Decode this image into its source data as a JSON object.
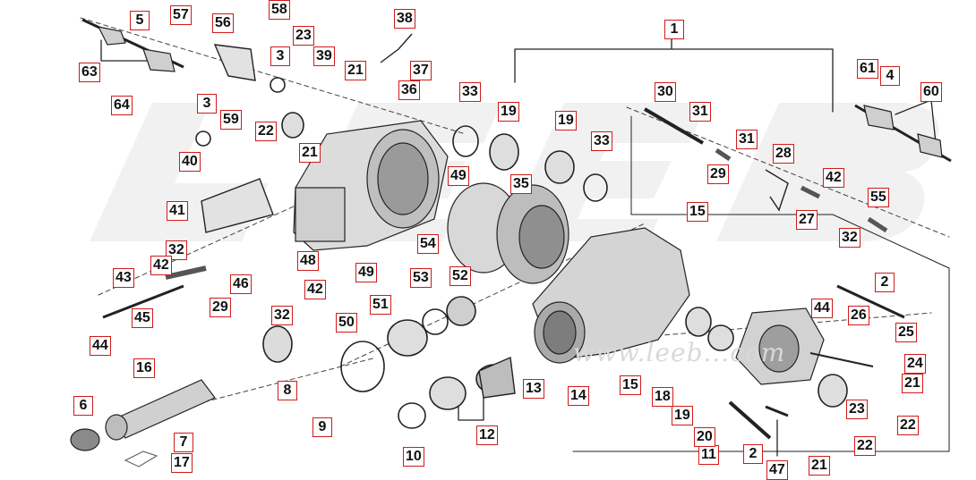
{
  "diagram": {
    "watermark": "www.leeb...com",
    "labels": {
      "1": "1",
      "2": "2",
      "2b": "2",
      "3": "3",
      "3b": "3",
      "4": "4",
      "5": "5",
      "6": "6",
      "7": "7",
      "8": "8",
      "9": "9",
      "10": "10",
      "11": "11",
      "12": "12",
      "13": "13",
      "14": "14",
      "15": "15",
      "15b": "15",
      "16": "16",
      "17": "17",
      "18": "18",
      "19": "19",
      "19b": "19",
      "19c": "19",
      "20": "20",
      "21": "21",
      "21b": "21",
      "21c": "21",
      "21d": "21",
      "22": "22",
      "22b": "22",
      "22c": "22",
      "23": "23",
      "23b": "23",
      "24": "24",
      "25": "25",
      "26": "26",
      "27": "27",
      "28": "28",
      "29": "29",
      "29b": "29",
      "30": "30",
      "31": "31",
      "31b": "31",
      "32": "32",
      "32b": "32",
      "32c": "32",
      "33": "33",
      "33b": "33",
      "35": "35",
      "36": "36",
      "37": "37",
      "38": "38",
      "39": "39",
      "40": "40",
      "41": "41",
      "42": "42",
      "42b": "42",
      "42c": "42",
      "43": "43",
      "44": "44",
      "44b": "44",
      "45": "45",
      "46": "46",
      "47": "47",
      "48": "48",
      "49": "49",
      "49b": "49",
      "50": "50",
      "51": "51",
      "52": "52",
      "53": "53",
      "54": "54",
      "55": "55",
      "56": "56",
      "57": "57",
      "58": "58",
      "59": "59",
      "60": "60",
      "61": "61",
      "63": "63",
      "64": "64"
    }
  }
}
